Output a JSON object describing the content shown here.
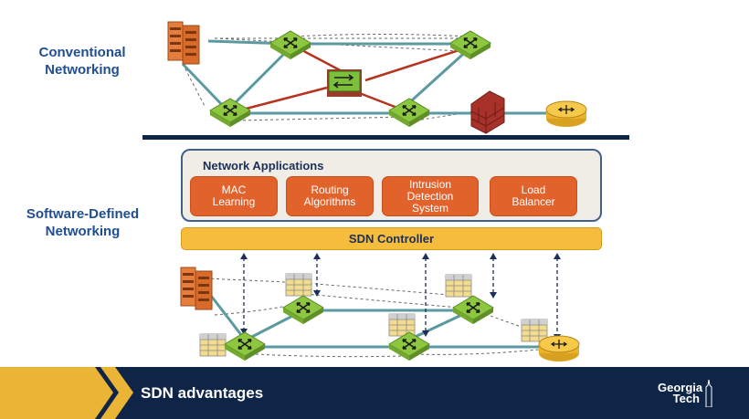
{
  "labels": {
    "conventional": "Conventional Networking",
    "sdn": "Software-Defined Networking"
  },
  "apps": {
    "title": "Network Applications",
    "items": [
      {
        "label": "MAC Learning"
      },
      {
        "label": "Routing Algorithms"
      },
      {
        "label": "Intrusion Detection System"
      },
      {
        "label": "Load Balancer"
      }
    ]
  },
  "controller": {
    "label": "SDN Controller"
  },
  "footer": {
    "title": "SDN advantages",
    "logo": "Georgia Tech"
  },
  "colors": {
    "switch_green": "#8dc73f",
    "link_teal": "#5b9aa0",
    "link_red": "#b5331f",
    "app_orange": "#e2622c",
    "controller_yellow": "#f6bd3d",
    "navy": "#0f2548",
    "gold": "#eab437",
    "label_blue": "#1f4e93"
  },
  "icons": [
    "server-icon",
    "switch-icon",
    "middlebox-icon",
    "firewall-icon",
    "router-icon",
    "flow-table-icon"
  ]
}
